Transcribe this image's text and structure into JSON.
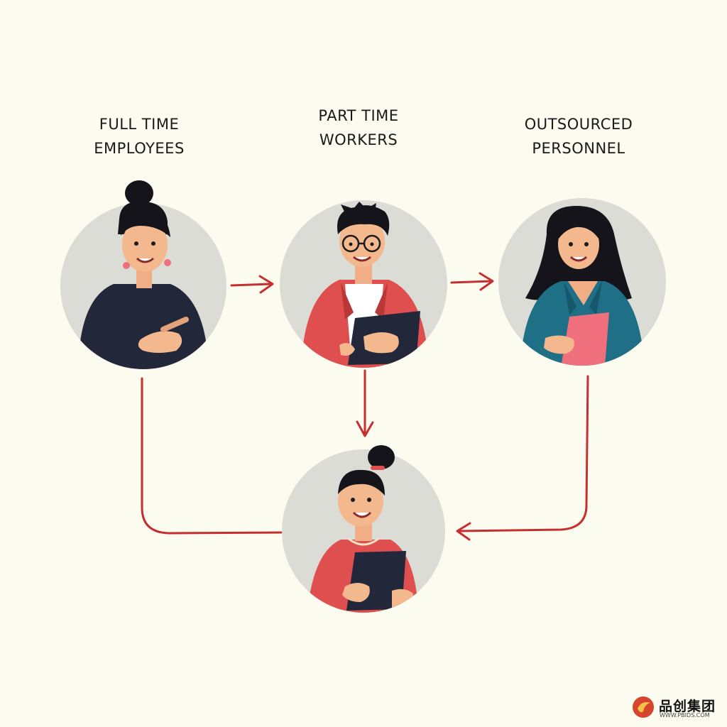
{
  "nodes": [
    {
      "id": "full-time",
      "label_lines": [
        "FULL TIME",
        "EMPLOYEES"
      ]
    },
    {
      "id": "part-time",
      "label_lines": [
        "PART TIME",
        "WORKERS"
      ]
    },
    {
      "id": "outsourced",
      "label_lines": [
        "OUTSOURCED",
        "PERSONNEL"
      ]
    },
    {
      "id": "center",
      "label_lines": []
    }
  ],
  "edges": [
    {
      "from": "full-time",
      "to": "part-time"
    },
    {
      "from": "part-time",
      "to": "outsourced"
    },
    {
      "from": "part-time",
      "to": "center"
    },
    {
      "from": "full-time",
      "to": "center"
    },
    {
      "from": "outsourced",
      "to": "center"
    }
  ],
  "watermark": {
    "text": "品创集团",
    "subtext": "WWW.PBIDS.COM"
  },
  "colors": {
    "background": "#fbfbef",
    "circle": "#dcdcd6",
    "arrow": "#c62f2f",
    "navy": "#22283a",
    "coral": "#df4f4f",
    "teal": "#1f6f86",
    "pink": "#ef6f7c",
    "skin": "#f4b88f",
    "hair": "#14141a"
  }
}
